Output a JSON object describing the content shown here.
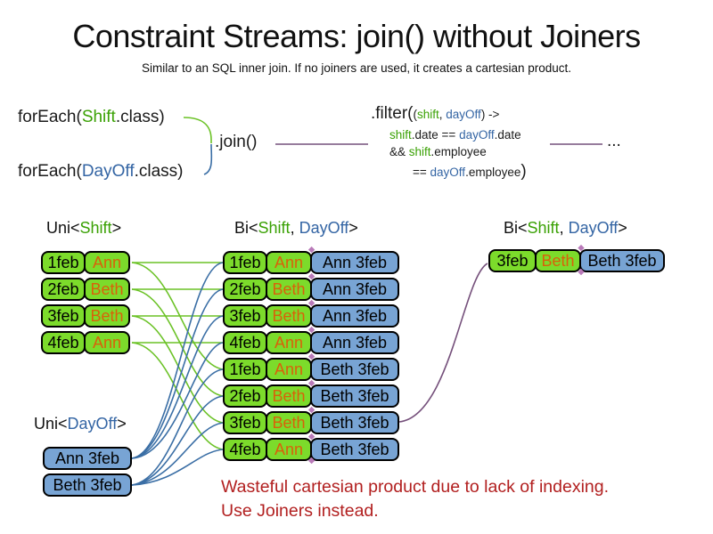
{
  "title": "Constraint Streams: join() without Joiners",
  "subtitle": "Similar to an SQL inner join. If no joiners are used, it creates a cartesian product.",
  "code": {
    "foreach_shift": {
      "prefix": "forEach(",
      "class_name": "Shift",
      "suffix": ".class)"
    },
    "foreach_dayoff": {
      "prefix": "forEach(",
      "class_name": "DayOff",
      "suffix": ".class)"
    },
    "join_label": ".join()",
    "filter": {
      "l1_head": ".filter(",
      "l1_open": "(",
      "l1_shift": "shift",
      "l1_sep": ", ",
      "l1_dayoff": "dayOff",
      "l1_tail": ") ->",
      "l2_shift": "shift",
      "l2_mid": ".date == ",
      "l2_dayoff": "dayOff",
      "l2_tail": ".date",
      "l3_head": "&& ",
      "l3_shift": "shift",
      "l3_tail": ".employee",
      "l4_head": "== ",
      "l4_dayoff": "dayOff",
      "l4_tail": ".employee",
      "l4_paren": ")"
    },
    "ellipsis": "..."
  },
  "labels": {
    "uni_shift": {
      "pre": "Uni<",
      "name": "Shift",
      "post": ">"
    },
    "uni_dayoff": {
      "pre": "Uni<",
      "name": "DayOff",
      "post": ">"
    },
    "bi_mid": {
      "pre": "Bi<",
      "shift": "Shift",
      "sep": ", ",
      "dayoff": "DayOff",
      "post": ">"
    },
    "bi_right": {
      "pre": "Bi<",
      "shift": "Shift",
      "sep": ", ",
      "dayoff": "DayOff",
      "post": ">"
    }
  },
  "shifts": {
    "rows": [
      {
        "date": "1feb",
        "employee": "Ann"
      },
      {
        "date": "2feb",
        "employee": "Beth"
      },
      {
        "date": "3feb",
        "employee": "Beth"
      },
      {
        "date": "4feb",
        "employee": "Ann"
      }
    ]
  },
  "dayoffs": {
    "rows": [
      {
        "label": "Ann 3feb"
      },
      {
        "label": "Beth 3feb"
      }
    ]
  },
  "pairs": {
    "rows": [
      {
        "date": "1feb",
        "employee": "Ann",
        "dayoff": "Ann 3feb"
      },
      {
        "date": "2feb",
        "employee": "Beth",
        "dayoff": "Ann 3feb"
      },
      {
        "date": "3feb",
        "employee": "Beth",
        "dayoff": "Ann 3feb"
      },
      {
        "date": "4feb",
        "employee": "Ann",
        "dayoff": "Ann 3feb"
      },
      {
        "date": "1feb",
        "employee": "Ann",
        "dayoff": "Beth 3feb"
      },
      {
        "date": "2feb",
        "employee": "Beth",
        "dayoff": "Beth 3feb"
      },
      {
        "date": "3feb",
        "employee": "Beth",
        "dayoff": "Beth 3feb"
      },
      {
        "date": "4feb",
        "employee": "Ann",
        "dayoff": "Beth 3feb"
      }
    ]
  },
  "result": {
    "date": "3feb",
    "employee": "Beth",
    "dayoff": "Beth 3feb"
  },
  "warning": {
    "line1": "Wasteful cartesian product due to lack of indexing.",
    "line2": "Use Joiners instead."
  },
  "colors": {
    "shift_green_text": "#3aa104",
    "dayoff_blue_text": "#3465a4",
    "employee_orange_text": "#d9610a",
    "box_green": "#7cdb2b",
    "box_blue": "#78a4d4",
    "wire_green": "#6bc226",
    "wire_blue": "#3a6ea5",
    "wire_purple": "#75507b",
    "warning_red": "#b22020"
  }
}
